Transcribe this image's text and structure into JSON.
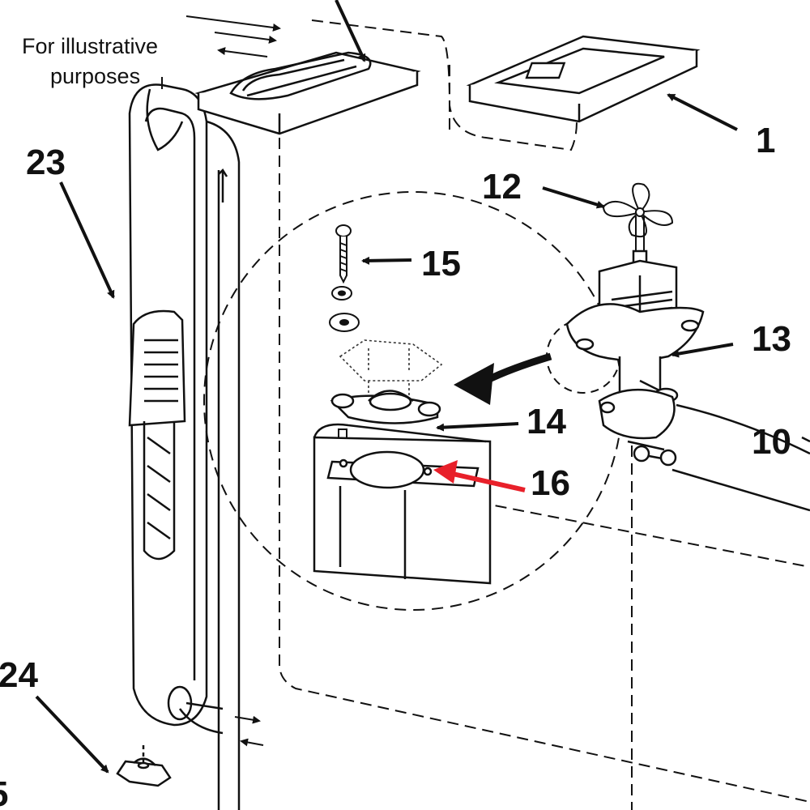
{
  "note": {
    "line1": "For illustrative",
    "line2": "purposes"
  },
  "callouts": {
    "c1": "1",
    "c10": "10",
    "c12": "12",
    "c13": "13",
    "c14": "14",
    "c15": "15",
    "c16": "16",
    "c23": "23",
    "c24": "24",
    "c25": "5"
  },
  "colors": {
    "line": "#111111",
    "highlight_arrow": "#e8202a",
    "background": "#ffffff"
  }
}
